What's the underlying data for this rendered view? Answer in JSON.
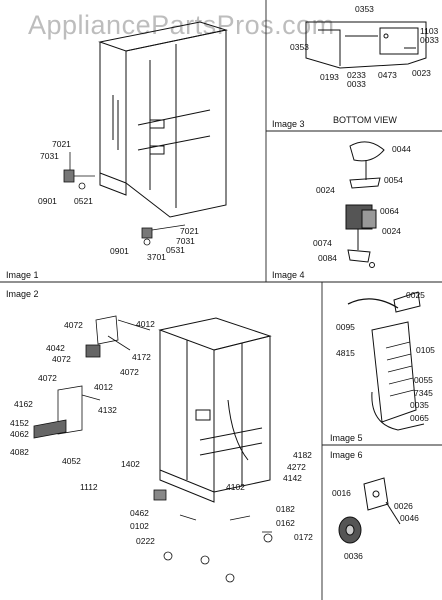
{
  "watermark": "AppliancePartsPros.com",
  "images": {
    "image1": {
      "label": "Image 1",
      "parts": [
        "7021",
        "7031",
        "0901",
        "0521",
        "7021",
        "7031",
        "0901",
        "3701",
        "0531"
      ]
    },
    "image2": {
      "label": "Image 2",
      "parts": [
        "4072",
        "4012",
        "4042",
        "4072",
        "4172",
        "4072",
        "4072",
        "4012",
        "4162",
        "4152",
        "4062",
        "4132",
        "4082",
        "4052",
        "1402",
        "1112",
        "4182",
        "4272",
        "4142",
        "4102",
        "0462",
        "0102",
        "0222",
        "0182",
        "0162",
        "0172"
      ]
    },
    "image3": {
      "label": "Image 3",
      "caption": "BOTTOM VIEW",
      "parts": [
        "0353",
        "1103",
        "0033",
        "0353",
        "0193",
        "0233",
        "0033",
        "0473",
        "0023"
      ]
    },
    "image4": {
      "label": "Image 4",
      "parts": [
        "0044",
        "0054",
        "0024",
        "0064",
        "0024",
        "0074",
        "0084"
      ]
    },
    "image5": {
      "label": "Image 5",
      "parts": [
        "0025",
        "0095",
        "0105",
        "4815",
        "0055",
        "7345",
        "0035",
        "0065"
      ]
    },
    "image6": {
      "label": "Image 6",
      "parts": [
        "0016",
        "0026",
        "0046",
        "0036"
      ]
    }
  }
}
